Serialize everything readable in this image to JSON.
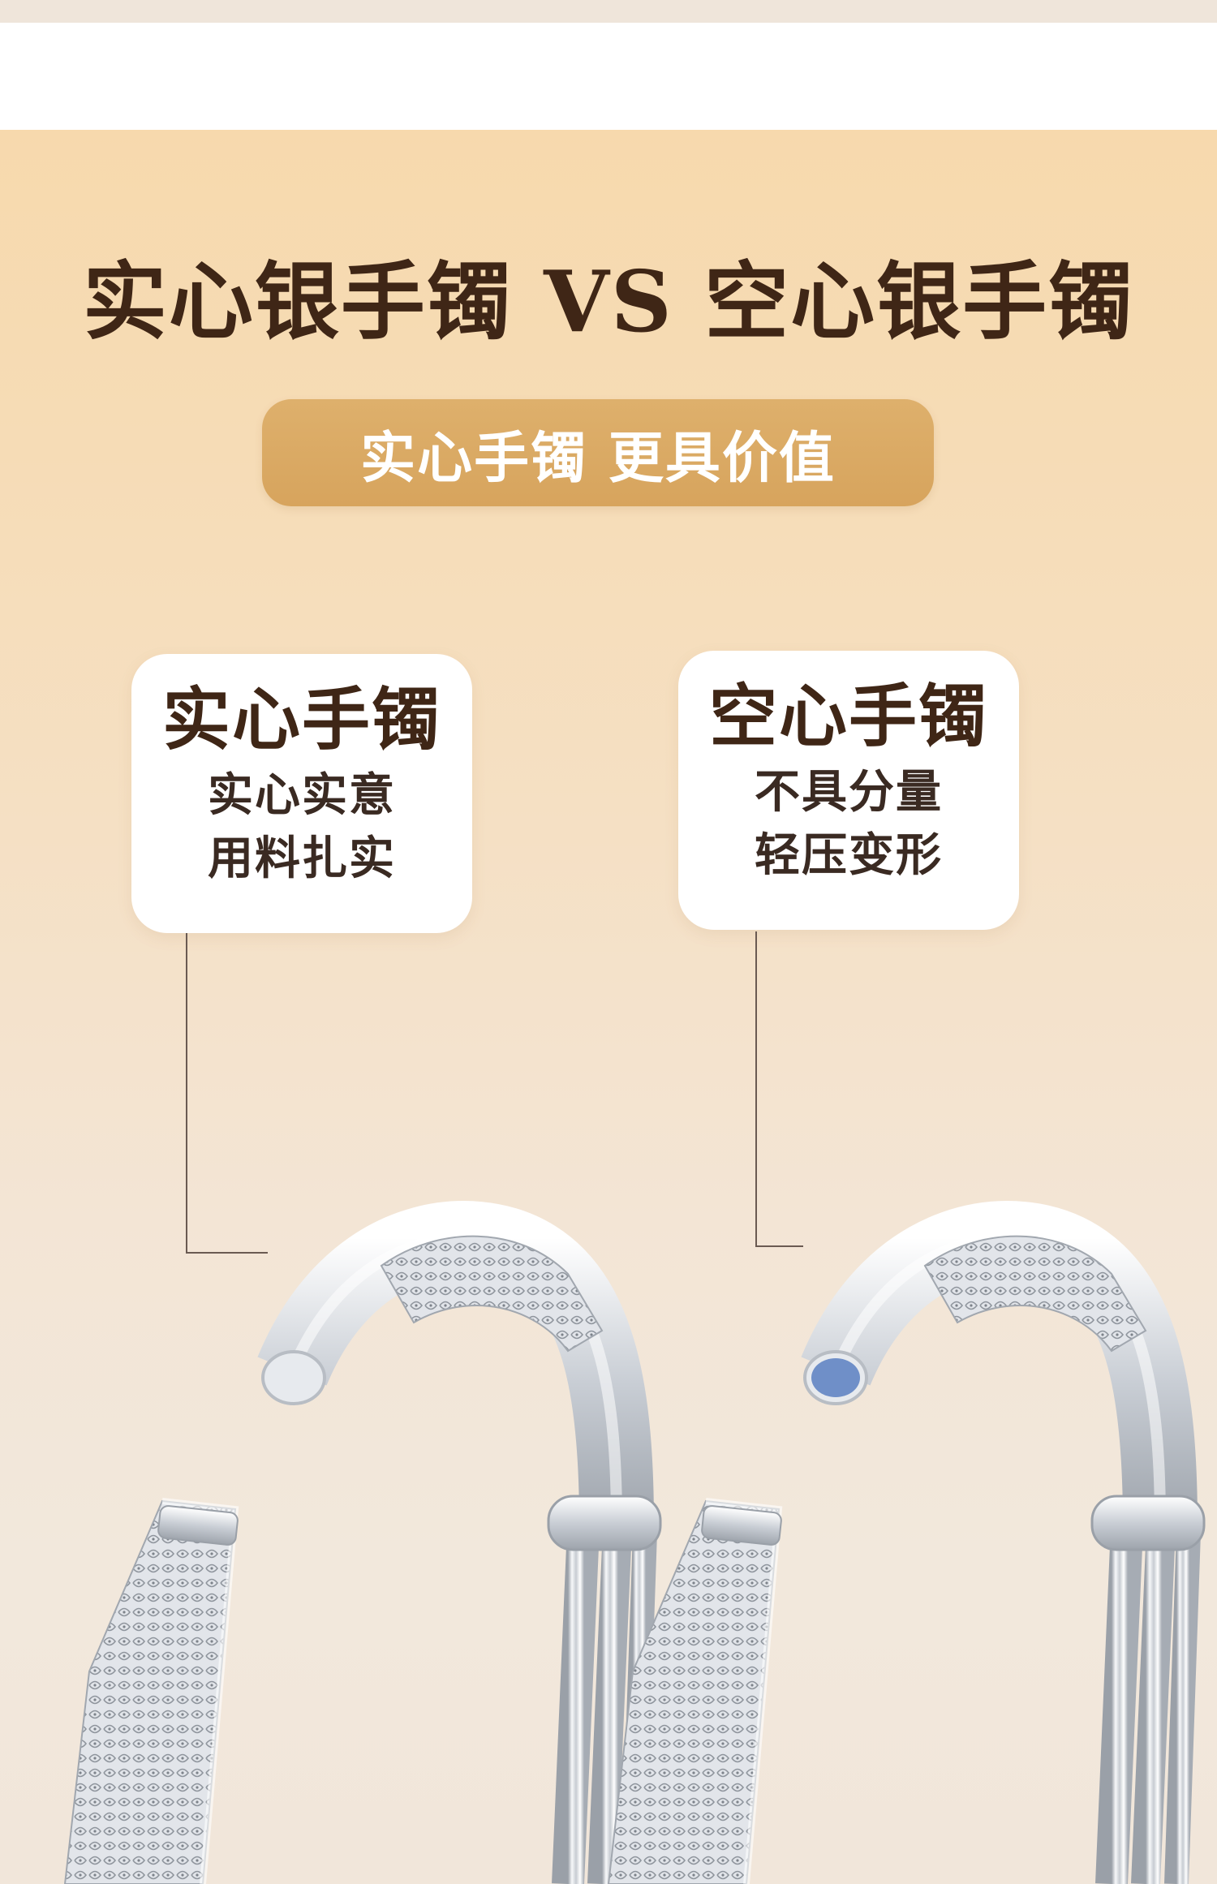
{
  "header": {
    "headline": "实心银手镯 VS 空心银手镯",
    "subtitle": "实心手镯 更具价值"
  },
  "cards": {
    "solid": {
      "title": "实心手镯",
      "line1": "实心实意",
      "line2": "用料扎实"
    },
    "hollow": {
      "title": "空心手镯",
      "line1": "不具分量",
      "line2": "轻压变形"
    }
  },
  "colors": {
    "headline": "#3f2616",
    "pill": "#d7a45d",
    "solid_end": "#e4e8ee",
    "hollow_end": "#6f8fc8",
    "silver": "#d9dde2"
  }
}
